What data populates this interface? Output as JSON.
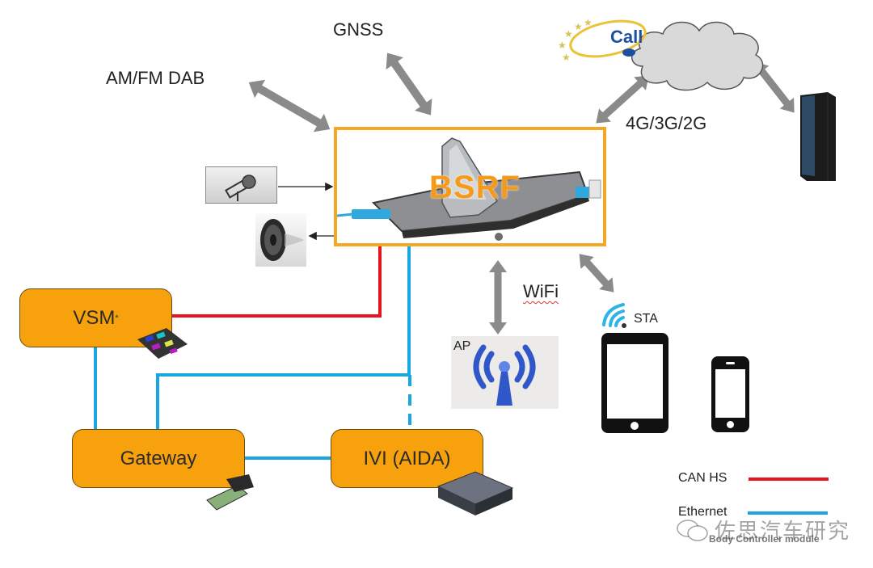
{
  "diagram": {
    "center_module": {
      "label": "BSRF"
    },
    "external_links": [
      {
        "id": "am-fm-dab",
        "label": "AM/FM DAB"
      },
      {
        "id": "gnss",
        "label": "GNSS"
      },
      {
        "id": "cellular",
        "label": "4G/3G/2G"
      },
      {
        "id": "wifi",
        "label": "WiFi"
      }
    ],
    "cloud": {
      "badge_label": "Call"
    },
    "wifi_nodes": {
      "ap_label": "AP",
      "sta_label": "STA"
    },
    "ecus": [
      {
        "id": "vsm",
        "label": "VSM",
        "superscript": "*"
      },
      {
        "id": "gateway",
        "label": "Gateway"
      },
      {
        "id": "ivi",
        "label": "IVI (AIDA)"
      }
    ],
    "legend": [
      {
        "label": "CAN HS",
        "color": "#e8141b"
      },
      {
        "label": "Ethernet",
        "color": "#1aa7e0"
      }
    ],
    "colors": {
      "ecu_fill": "#f7a20c",
      "bsrf_border": "#f5a623",
      "arrow_gray": "#8a8a8a",
      "can": "#e8141b",
      "ethernet": "#1aa7e0"
    },
    "footer_note": "Body Controller module",
    "watermark": "佐思汽车研究"
  }
}
